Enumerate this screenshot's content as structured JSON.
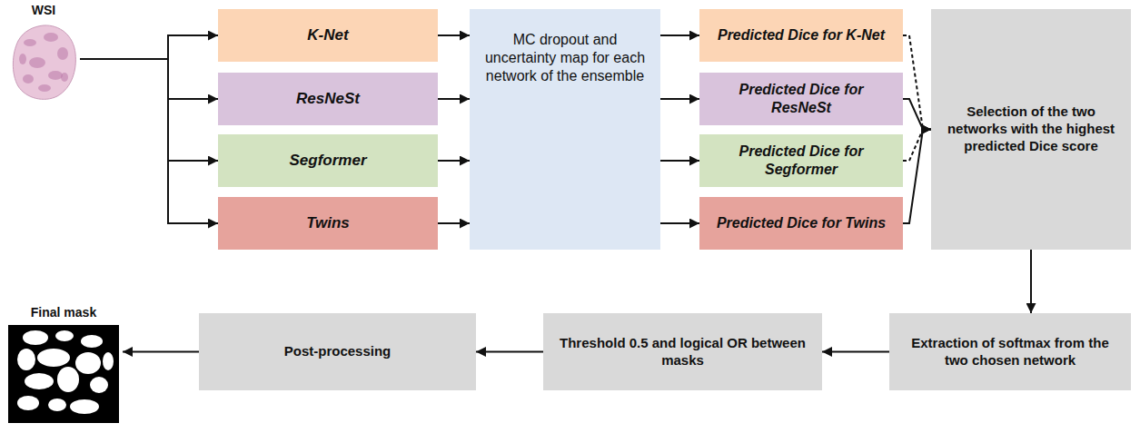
{
  "diagram": {
    "nodes": [
      {
        "text": [
          "WSI"
        ]
      },
      {
        "text": [
          "K-Net"
        ]
      },
      {
        "text": [
          "ResNeSt"
        ]
      },
      {
        "text": [
          "Segformer"
        ]
      },
      {
        "text": [
          "Twins"
        ]
      },
      {
        "text": [
          "MC dropout and uncertainty map for each network of the ensemble"
        ]
      },
      {
        "text": [
          "Predicted Dice for K-Net"
        ]
      },
      {
        "text": [
          "Predicted Dice for ResNeSt"
        ]
      },
      {
        "text": [
          "Predicted Dice for Segformer"
        ]
      },
      {
        "text": [
          "Predicted Dice for Twins"
        ]
      },
      {
        "text": [
          "Selection of the two networks with the highest predicted Dice score"
        ]
      },
      {
        "text": [
          "Extraction of softmax from the two chosen network"
        ]
      },
      {
        "text": [
          "Threshold 0.5 and logical OR between masks"
        ]
      },
      {
        "text": [
          "Post-processing"
        ]
      },
      {
        "text": [
          "Final mask"
        ]
      }
    ],
    "edges": [
      {
        "from": 0,
        "to": 1,
        "arrow": "to"
      },
      {
        "from": 0,
        "to": 2,
        "arrow": "to"
      },
      {
        "from": 0,
        "to": 3,
        "arrow": "to"
      },
      {
        "from": 0,
        "to": 4,
        "arrow": "to"
      },
      {
        "from": 1,
        "to": 5,
        "arrow": "to"
      },
      {
        "from": 2,
        "to": 5,
        "arrow": "to"
      },
      {
        "from": 3,
        "to": 5,
        "arrow": "to"
      },
      {
        "from": 4,
        "to": 5,
        "arrow": "to"
      },
      {
        "from": 5,
        "to": 6,
        "arrow": "to"
      },
      {
        "from": 5,
        "to": 7,
        "arrow": "to"
      },
      {
        "from": 5,
        "to": 8,
        "arrow": "to"
      },
      {
        "from": 5,
        "to": 9,
        "arrow": "to"
      },
      {
        "from": 6,
        "to": 10,
        "arrow": "to"
      },
      {
        "from": 7,
        "to": 10,
        "arrow": "to"
      },
      {
        "from": 8,
        "to": 10,
        "arrow": "to"
      },
      {
        "from": 9,
        "to": 10,
        "arrow": "to"
      },
      {
        "from": 10,
        "to": 11,
        "arrow": "to"
      },
      {
        "from": 11,
        "to": 12,
        "arrow": "to"
      },
      {
        "from": 12,
        "to": 13,
        "arrow": "to"
      },
      {
        "from": 13,
        "to": 14,
        "arrow": "to"
      }
    ]
  }
}
